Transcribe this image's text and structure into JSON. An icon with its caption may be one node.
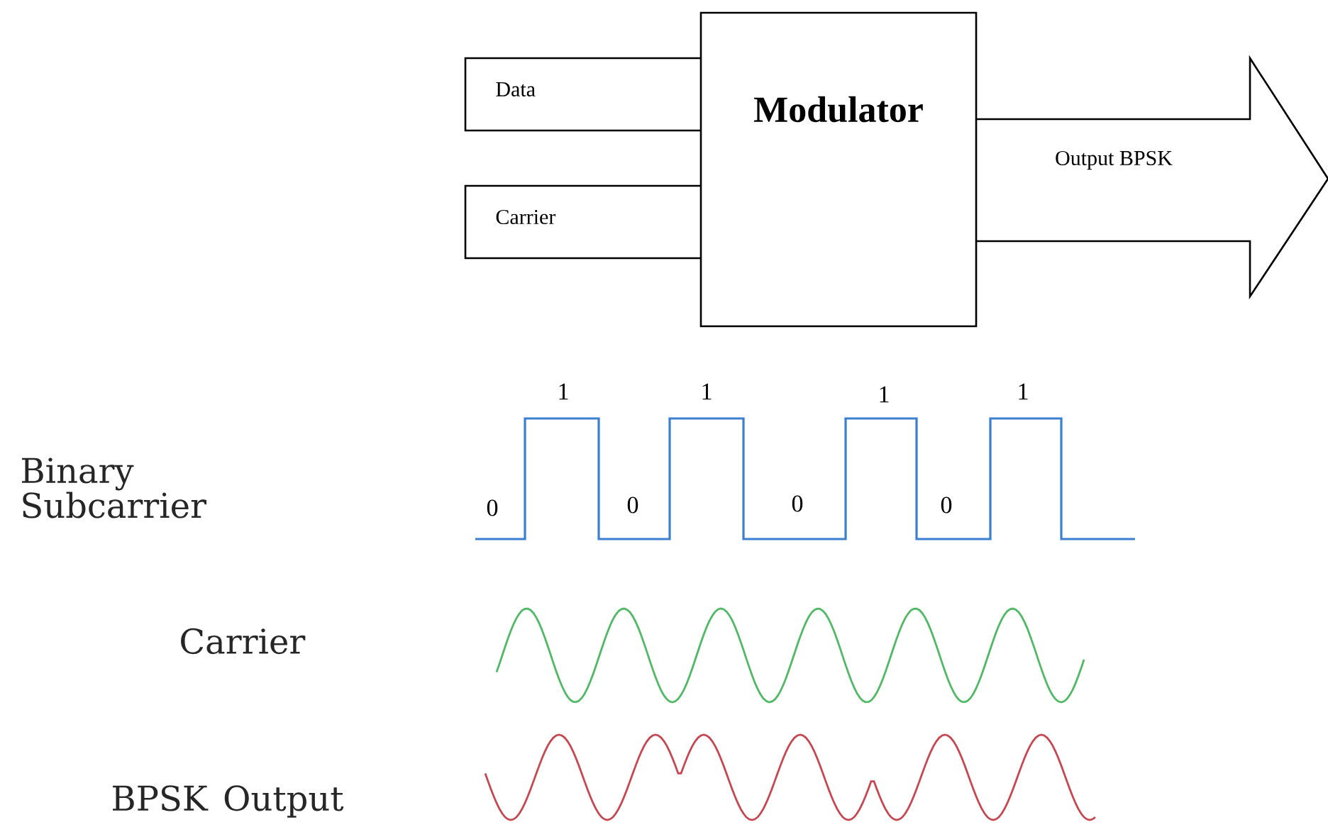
{
  "diagram": {
    "nodes": [
      {
        "text": [
          "Data"
        ]
      },
      {
        "text": [
          "Carrier"
        ]
      },
      {
        "text": [
          "Modulator"
        ]
      },
      {
        "text": [
          "Output BPSK"
        ]
      }
    ],
    "labels": [
      "1",
      "1",
      "1",
      "1",
      "Binary Subcarrier",
      "0",
      "0",
      "0",
      "0",
      "Carrier",
      "BPSK Output"
    ]
  }
}
